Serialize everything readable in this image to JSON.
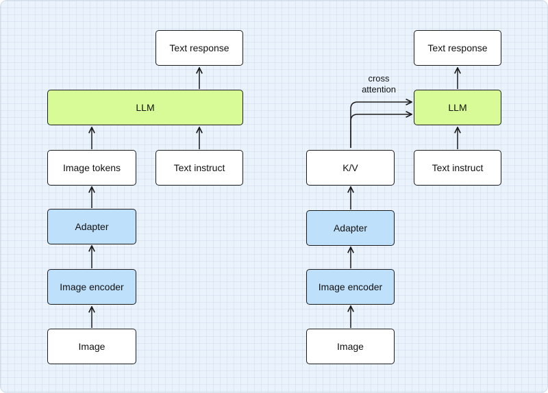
{
  "colors": {
    "background": "#eaf3fb",
    "llm": "#d8fb97",
    "adapter": "#bfe0fa",
    "box": "#ffffff",
    "stroke": "#1a1a1a"
  },
  "left_pipeline": {
    "text_response": "Text response",
    "llm": "LLM",
    "image_tokens": "Image tokens",
    "text_instruct": "Text instruct",
    "adapter": "Adapter",
    "image_encoder": "Image encoder",
    "image": "Image"
  },
  "right_pipeline": {
    "text_response": "Text response",
    "llm": "LLM",
    "kv": "K/V",
    "text_instruct": "Text instruct",
    "adapter": "Adapter",
    "image_encoder": "Image encoder",
    "image": "Image",
    "cross_attention_line1": "cross",
    "cross_attention_line2": "attention"
  }
}
